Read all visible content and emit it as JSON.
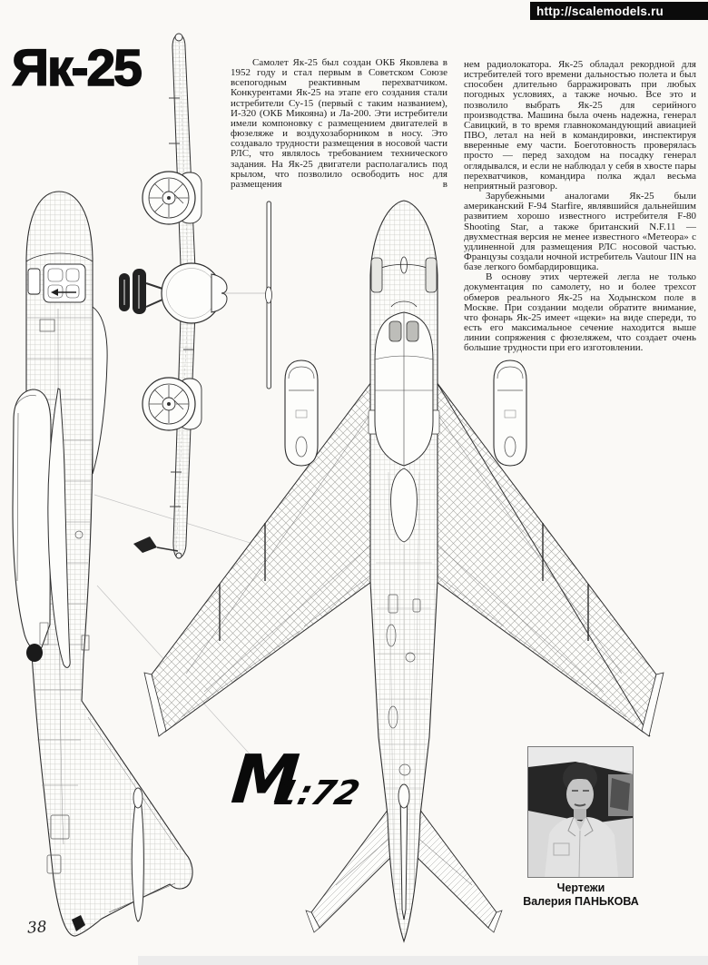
{
  "banner": {
    "url": "http://scalemodels.ru"
  },
  "header": {
    "title": "Як-25"
  },
  "article": {
    "column1": {
      "p1": "Самолет Як-25 был создан ОКБ Яковлева в 1952 году и стал первым в Советском Союзе всепогодным реактивным перехватчиком. Конкурентами Як-25 на этапе его создания стали истребители Су-15 (первый с таким названием), И-320 (ОКБ Микояна) и Ла-200. Эти истребители имели компоновку с размещением двигателей в фюзеляже и воздухозаборником в носу. Это создавало трудности размещения в носовой части РЛС, что являлось требованием технического задания. На Як-25 двигатели располагались под крылом, что позволило освободить нос для размещения в"
    },
    "column2": {
      "p1": "нем радиолокатора. Як-25 обладал рекордной для истребителей того времени дальностью полета и был способен длительно барражировать при любых погодных условиях, а также ночью. Все это и позволило выбрать Як-25 для серийного производства. Машина была очень надежна, генерал Савицкий, в то время главнокомандующий авиацией ПВО, летал на ней в командировки, инспектируя вверенные ему части. Боеготовность проверялась просто — перед заходом на посадку генерал оглядывался, и если не наблюдал у себя в хвосте пары перехватчиков, командира полка ждал весьма неприятный разговор.",
      "p2": "Зарубежными аналогами Як-25 были американский F-94 Starfire, являвшийся дальнейшим развитием хорошо известного истребителя F-80 Shooting Star, а также британский N.F.11 — двухместная версия не менее известного «Метеора» с удлиненной для размещения РЛС носовой частью. Французы создали ночной истребитель Vautour IIN на базе легкого бомбардировщика.",
      "p3": "В основу этих чертежей легла не только документация по самолету, но и более трехсот обмеров реального Як-25 на Ходынском поле в Москве. При создании модели обратите внимание, что фонарь Як-25 имеет «щеки» на виде спереди, то есть его максимальное сечение находится выше линии сопряжения с фюзеляжем, что создает очень большие трудности при его изготовлении."
    }
  },
  "scale_marker": {
    "letter": "M",
    "ratio": "1:72"
  },
  "photo": {
    "caption_line1": "Чертежи",
    "caption_line2": "Валерия ПАНЬКОВА"
  },
  "footer": {
    "page_number": "38"
  },
  "colors": {
    "banner_bg": "#0b0b0b",
    "banner_text": "#ffffff",
    "page_bg": "#faf9f6",
    "ink": "#1c1c1c",
    "drawing_line": "#2e2e2e"
  }
}
